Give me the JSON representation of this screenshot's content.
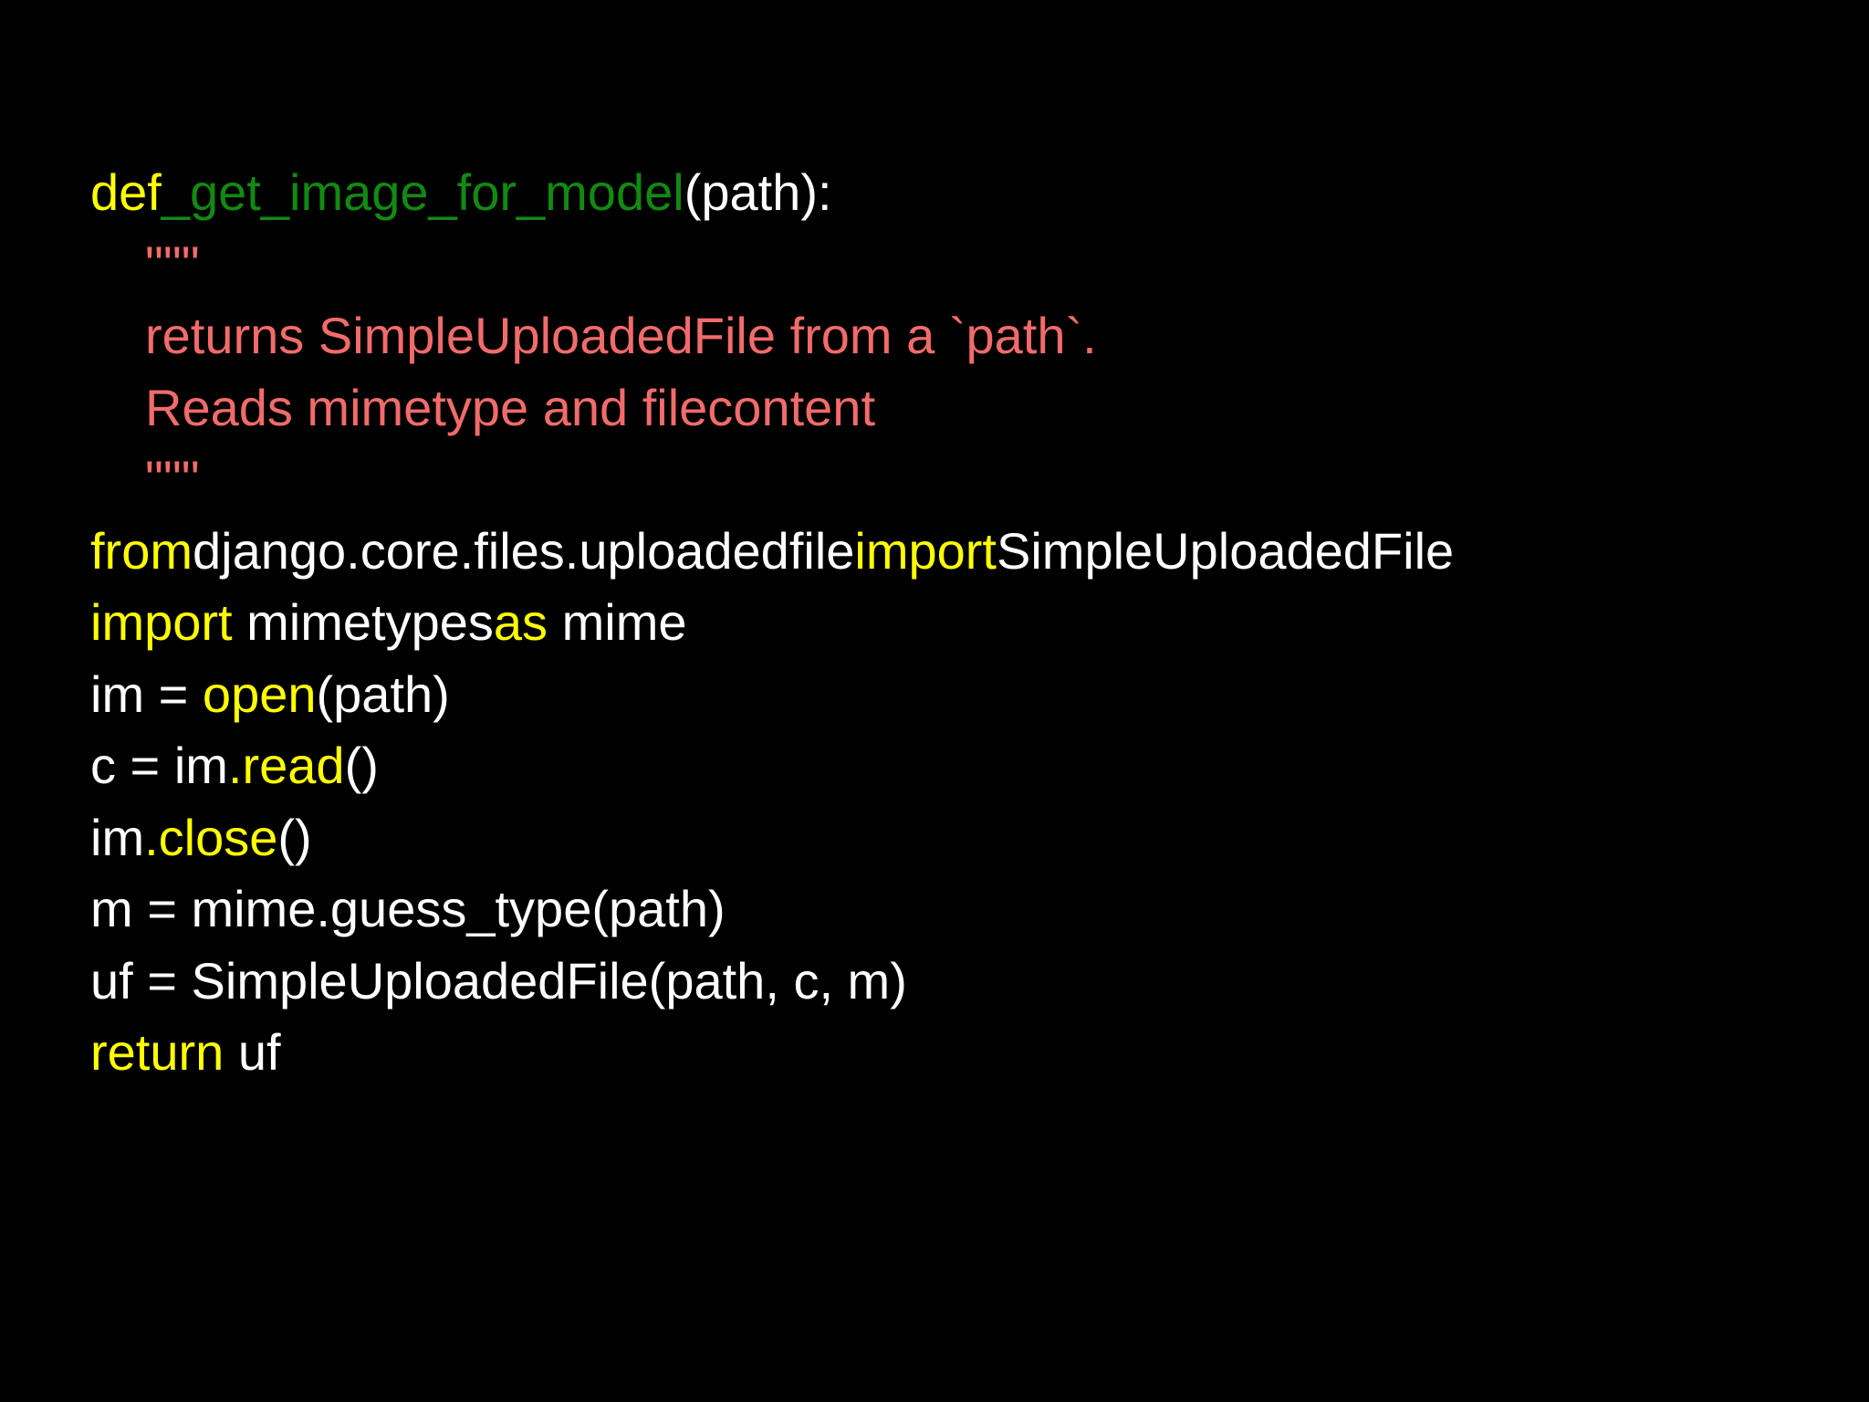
{
  "code": {
    "line1": {
      "kw_def": "def",
      "fn_name": "_get_image_for_model",
      "rest": "(path):"
    },
    "line2": {
      "doc_open": "\"\"\""
    },
    "line3": {
      "doc_text1": "returns SimpleUploadedFile from a `path`."
    },
    "line4": {
      "doc_text2": "Reads mimetype and filecontent"
    },
    "line5": {
      "doc_close": "\"\"\""
    },
    "line6": {
      "kw_from": "from",
      "module": "django.core.files.uploadedfile",
      "kw_import": "import",
      "name": "SimpleUploadedFile"
    },
    "line7": {
      "kw_import": "import",
      "module": " mimetypes",
      "kw_as": "as",
      "alias": " mime"
    },
    "line8": {
      "lhs": "im = ",
      "fn_open": "open",
      "rest": "(path)"
    },
    "line9": {
      "lhs": "c = im",
      "method_read": ".read",
      "rest": "()"
    },
    "line10": {
      "lhs": "im",
      "method_close": ".close",
      "rest": "()"
    },
    "line11": {
      "text": "m = mime.guess_type(path)"
    },
    "line12": {
      "text": "uf = SimpleUploadedFile(path, c, m)"
    },
    "line13": {
      "kw_return": "return",
      "rest": " uf"
    }
  },
  "colors": {
    "background": "#000000",
    "keyword": "#ffff00",
    "function_name": "#128a12",
    "docstring": "#f26b6b",
    "plain": "#ffffff"
  }
}
